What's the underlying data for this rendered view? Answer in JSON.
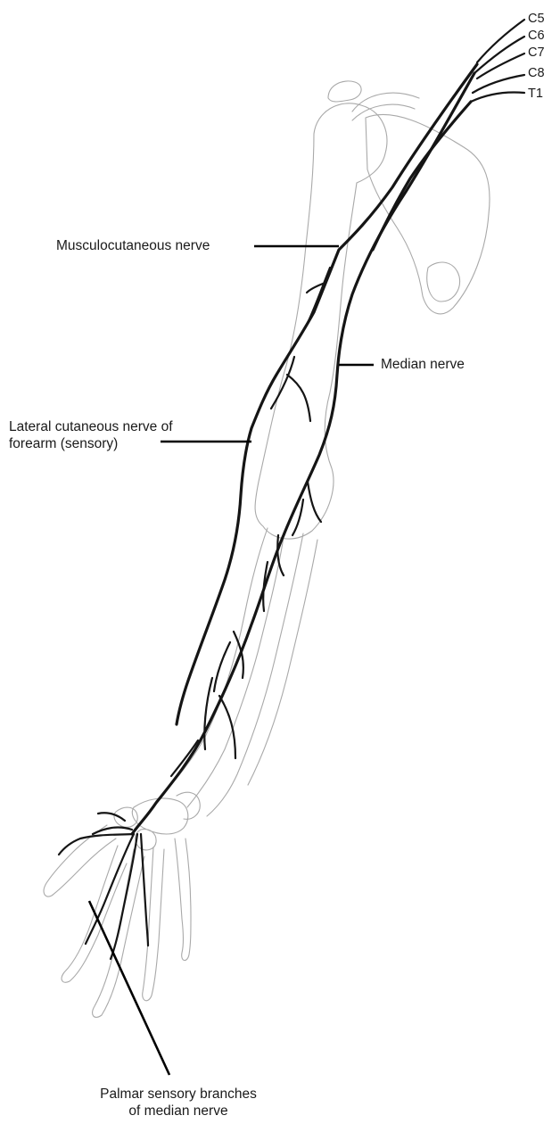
{
  "labels": {
    "musculocutaneous": "Musculocutaneous nerve",
    "median": "Median nerve",
    "lateral_line1": "Lateral cutaneous nerve of",
    "lateral_line2": "forearm (sensory)",
    "palmar_line1": "Palmar sensory branches",
    "palmar_line2": "of median nerve"
  },
  "roots": [
    "C5",
    "C6",
    "C7",
    "C8",
    "T1"
  ],
  "colors": {
    "nerve": "#151515",
    "bone_outline": "#a9a9a9",
    "background": "#ffffff"
  }
}
